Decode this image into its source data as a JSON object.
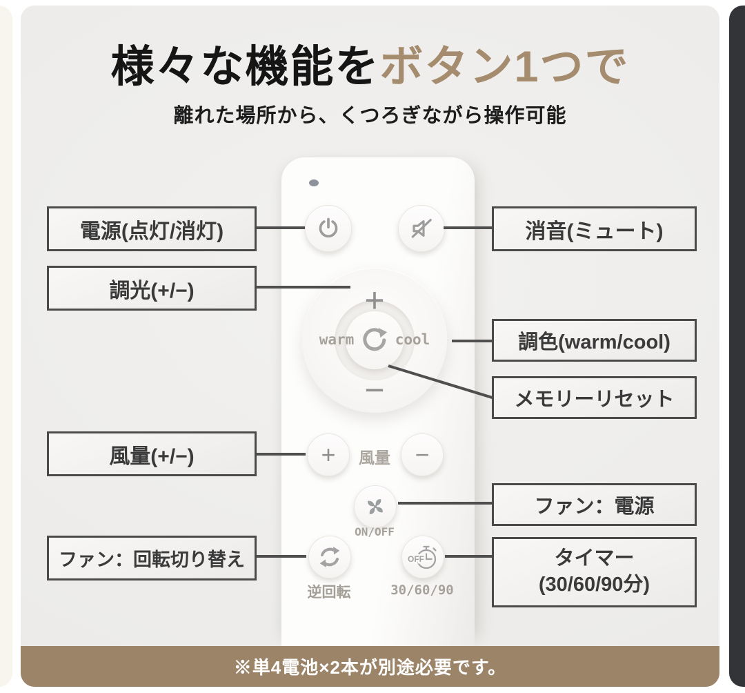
{
  "title": {
    "main": "様々な機能を",
    "accent": "ボタン1つで"
  },
  "subtitle": "離れた場所から、くつろぎながら操作可能",
  "callouts": {
    "power": "電源(点灯/消灯)",
    "dimming": "調光(+/−)",
    "fan_speed": "風量(+/−)",
    "fan_rotation": "ファン：回転切り替え",
    "mute": "消音(ミュート)",
    "color_tone": "調色(warm/cool)",
    "memory_reset": "メモリーリセット",
    "fan_power": "ファン：電源",
    "timer_title": "タイマー",
    "timer_detail": "(30/60/90分)"
  },
  "remote": {
    "dial_plus": "+",
    "dial_minus": "−",
    "warm": "warm",
    "cool": "cool",
    "fan_speed_plus": "+",
    "fan_speed_minus": "−",
    "fan_speed_label": "風量",
    "fan_on_off": "ON/OFF",
    "reverse_rotation": "逆回転",
    "timer_steps": "30/60/90",
    "timer_off": "OFF"
  },
  "footer": {
    "note": "※単4電池×2本が別途必要です。"
  },
  "colors": {
    "accent": "#a58c6f",
    "footer_bg": "#9c8468",
    "card_bg": "#eeedeb",
    "box_border": "#4a4a4a",
    "connector": "#4f4f4f"
  }
}
